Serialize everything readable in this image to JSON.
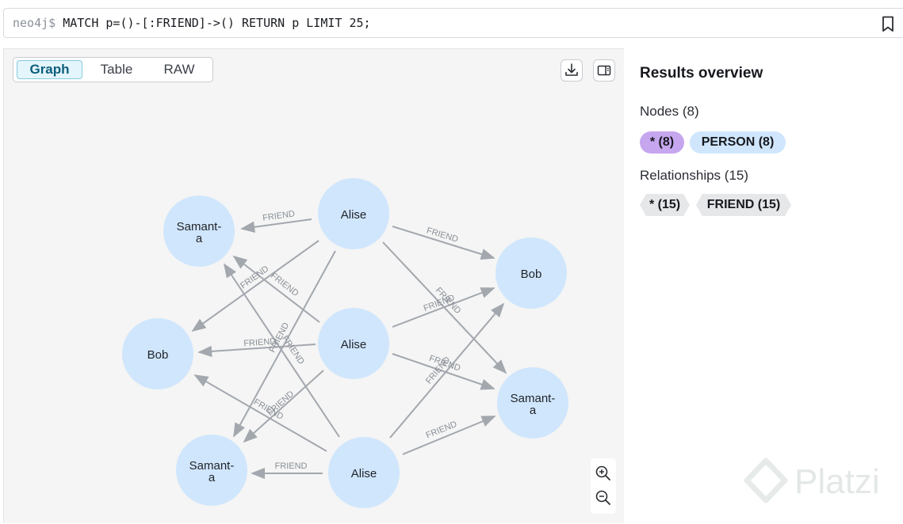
{
  "query": {
    "prompt": "neo4j$",
    "text": " MATCH p=()-[:FRIEND]->() RETURN p LIMIT 25;"
  },
  "view_tabs": {
    "graph": "Graph",
    "table": "Table",
    "raw": "RAW"
  },
  "graph": {
    "nodes": [
      "Samant-\na",
      "Alise",
      "Bob",
      "Bob",
      "Alise",
      "Samant-\na",
      "Samant-\na",
      "Alise"
    ],
    "node_color": "#d0e6fd",
    "edge_color": "#a3a7ae",
    "relationship_label": "FRIEND"
  },
  "overview": {
    "title": "Results overview",
    "nodes_label": "Nodes (8)",
    "node_pills": [
      "* (8)",
      "PERSON (8)"
    ],
    "node_pill_colors": [
      "#c6a6ef",
      "#d0e6fd"
    ],
    "relationships_label": "Relationships (15)",
    "rel_pills": [
      "* (15)",
      "FRIEND (15)"
    ]
  },
  "watermark": "Platzi",
  "icons": {
    "bookmark": "bookmark-icon",
    "download": "download-icon",
    "sidebar": "sidebar-toggle-icon",
    "zoom_in": "zoom-in-icon",
    "zoom_out": "zoom-out-icon"
  }
}
